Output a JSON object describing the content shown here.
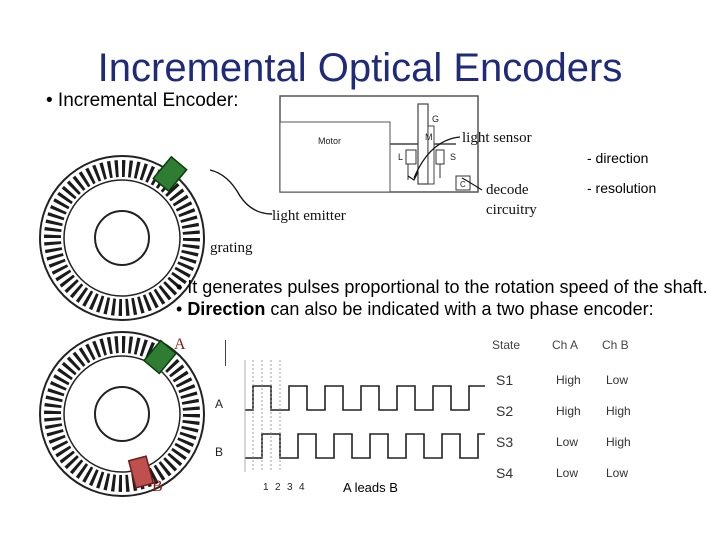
{
  "title": "Incremental Optical Encoders",
  "subheading": "• Incremental Encoder:",
  "motor_diagram": {
    "motor_label": "Motor",
    "g_label": "G",
    "m_label": "M",
    "l_label": "L",
    "s_label": "S",
    "c_label": "C"
  },
  "labels": {
    "light_sensor": "light sensor",
    "decode_line1": "decode",
    "decode_line2": "circuitry",
    "light_emitter": "light emitter",
    "grating": "grating",
    "direction": "- direction",
    "resolution": "- resolution",
    "a_marker": "A",
    "b_marker": "B"
  },
  "explanation": {
    "line1": "• It generates pulses proportional to the rotation speed of the shaft.",
    "line2_bullet": "• ",
    "line2_bold": "Direction",
    "line2_rest": " can also be indicated with a two phase encoder:"
  },
  "waveform": {
    "a_label": "A",
    "b_label": "B",
    "ticks": [
      "1",
      "2",
      "3",
      "4"
    ],
    "caption": "A leads B"
  },
  "state_table": {
    "headers": [
      "State",
      "Ch A",
      "Ch B"
    ],
    "rows": [
      [
        "S1",
        "High",
        "Low"
      ],
      [
        "S2",
        "High",
        "High"
      ],
      [
        "S3",
        "Low",
        "High"
      ],
      [
        "S4",
        "Low",
        "Low"
      ]
    ]
  },
  "colors": {
    "title": "#1f2a78",
    "emitter_block": "#2e7d32",
    "sensor_b_block": "#c0504d",
    "marker_text": "#8b1a1a"
  }
}
